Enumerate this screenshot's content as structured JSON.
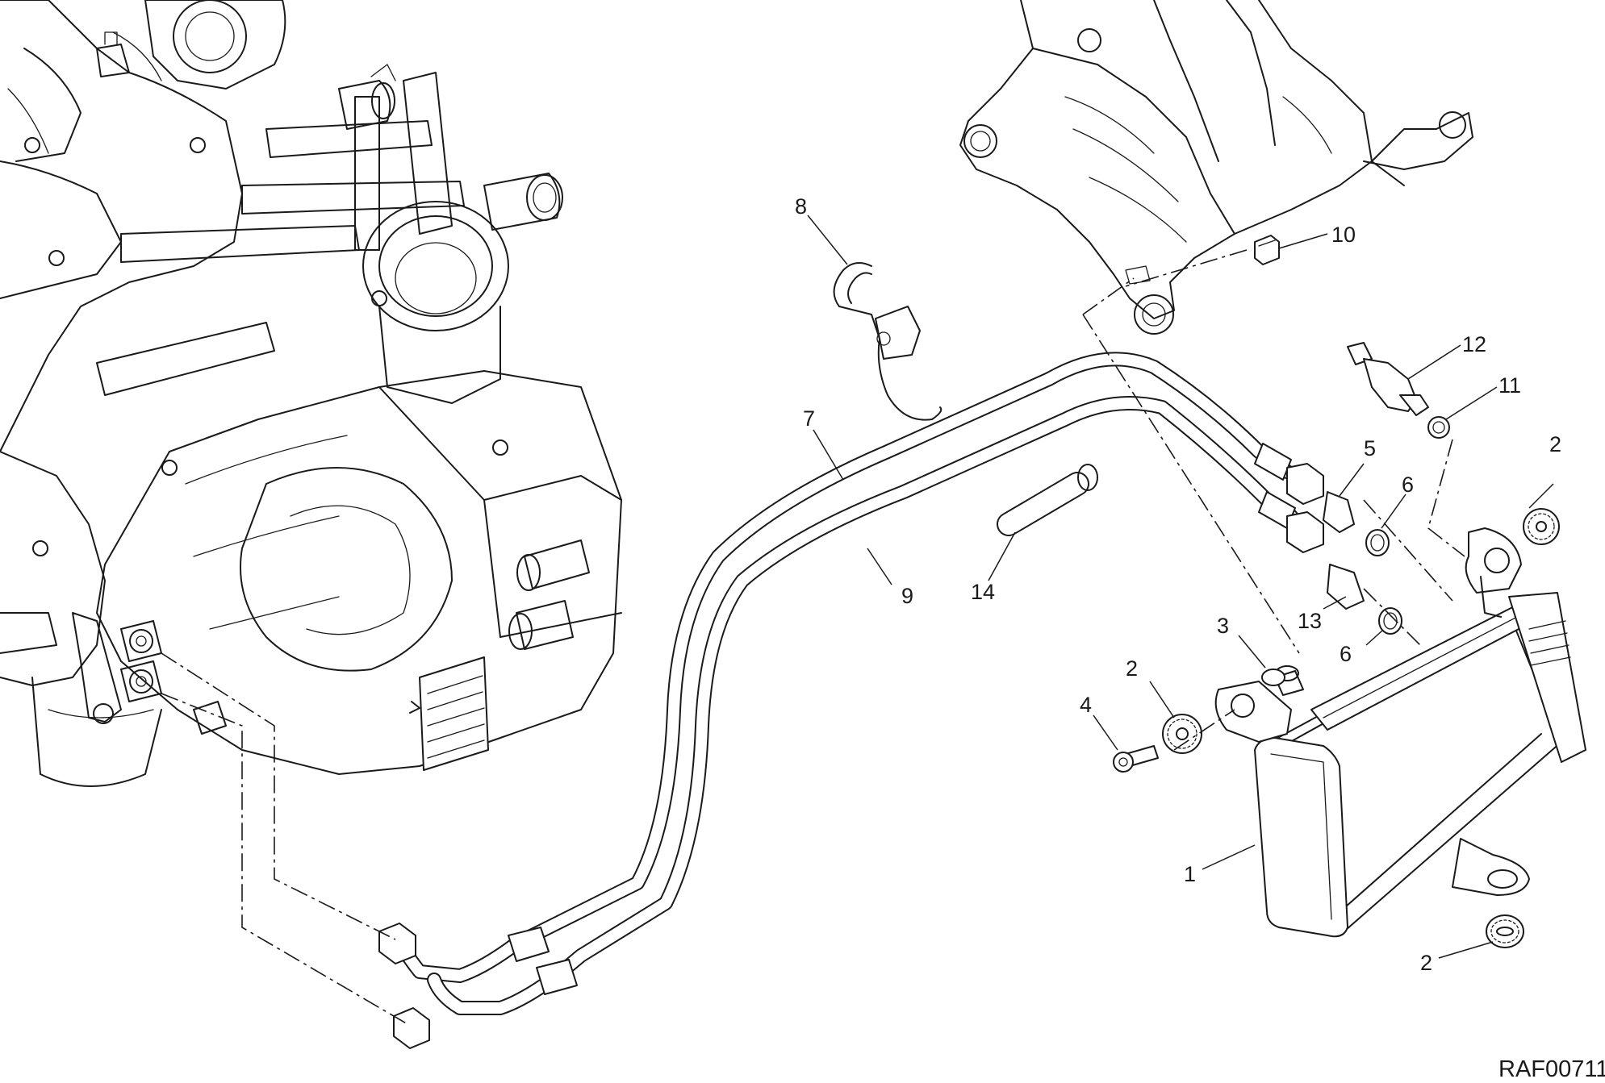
{
  "diagram": {
    "reference_code": "RAF00711",
    "callouts": [
      {
        "id": "c1",
        "label": "1"
      },
      {
        "id": "c2a",
        "label": "2"
      },
      {
        "id": "c2b",
        "label": "2"
      },
      {
        "id": "c2c",
        "label": "2"
      },
      {
        "id": "c3",
        "label": "3"
      },
      {
        "id": "c4",
        "label": "4"
      },
      {
        "id": "c5",
        "label": "5"
      },
      {
        "id": "c6a",
        "label": "6"
      },
      {
        "id": "c6b",
        "label": "6"
      },
      {
        "id": "c7",
        "label": "7"
      },
      {
        "id": "c8",
        "label": "8"
      },
      {
        "id": "c9",
        "label": "9"
      },
      {
        "id": "c10",
        "label": "10"
      },
      {
        "id": "c11",
        "label": "11"
      },
      {
        "id": "c12",
        "label": "12"
      },
      {
        "id": "c13",
        "label": "13"
      },
      {
        "id": "c14",
        "label": "14"
      }
    ]
  }
}
